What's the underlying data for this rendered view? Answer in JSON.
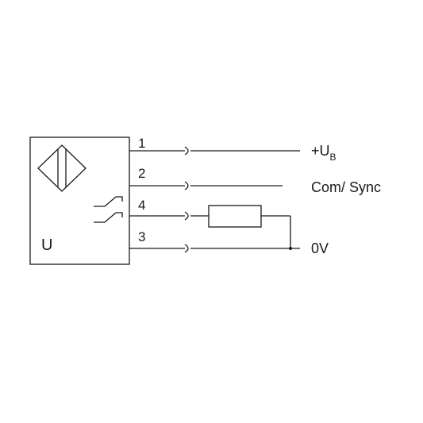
{
  "sensor": {
    "label": "U"
  },
  "pins": [
    {
      "number": "1",
      "signal": "+U",
      "signal_sub": "B"
    },
    {
      "number": "2",
      "signal": "Com/ Sync"
    },
    {
      "number": "4",
      "signal": ""
    },
    {
      "number": "3",
      "signal": "0V"
    }
  ],
  "colors": {
    "line": "#1a1a1a",
    "background": "#ffffff"
  }
}
